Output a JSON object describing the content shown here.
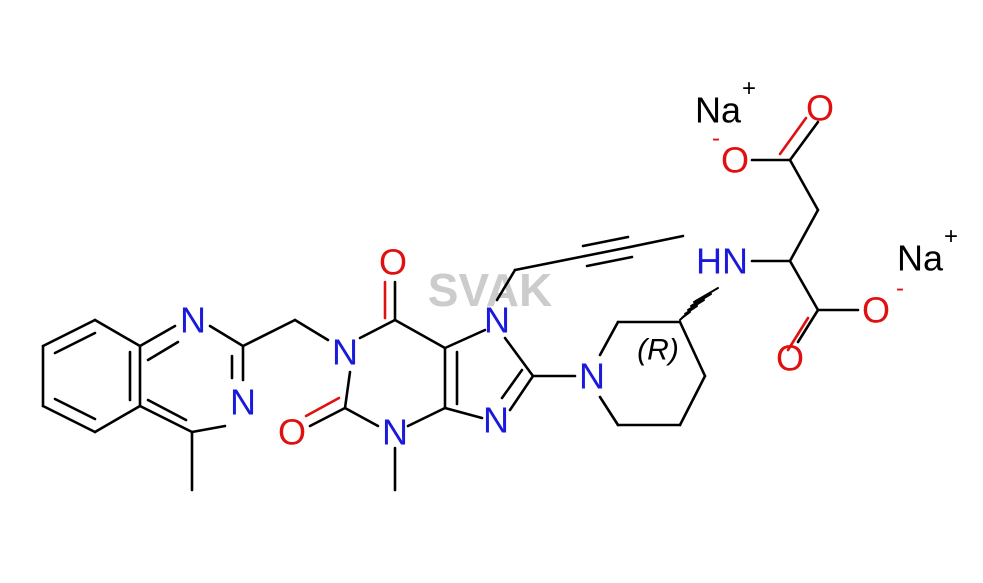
{
  "diagram": {
    "watermark": "SVAK",
    "stereo_label": "(R)",
    "atoms": {
      "n_quin_top": "N",
      "n_quin_bottom": "N",
      "n1_purine": "N",
      "n3_purine": "N",
      "n7_purine": "N",
      "n9_purine": "N",
      "n_piperidine": "N",
      "nh_amine": "HN",
      "o_c6": "O",
      "o_c2": "O",
      "o_top_carbonyl": "O",
      "o_top_anion": "O",
      "o_bottom_carbonyl": "O",
      "o_bottom_anion": "O",
      "na_1": "Na",
      "na_2": "Na"
    },
    "charges": {
      "na_1": "+",
      "na_2": "+",
      "o_top_anion": "-",
      "o_bottom_anion": "-"
    },
    "colors": {
      "nitrogen": "#1a1adb",
      "oxygen": "#e01010",
      "carbon": "#000000",
      "watermark": "#cccccc"
    }
  }
}
